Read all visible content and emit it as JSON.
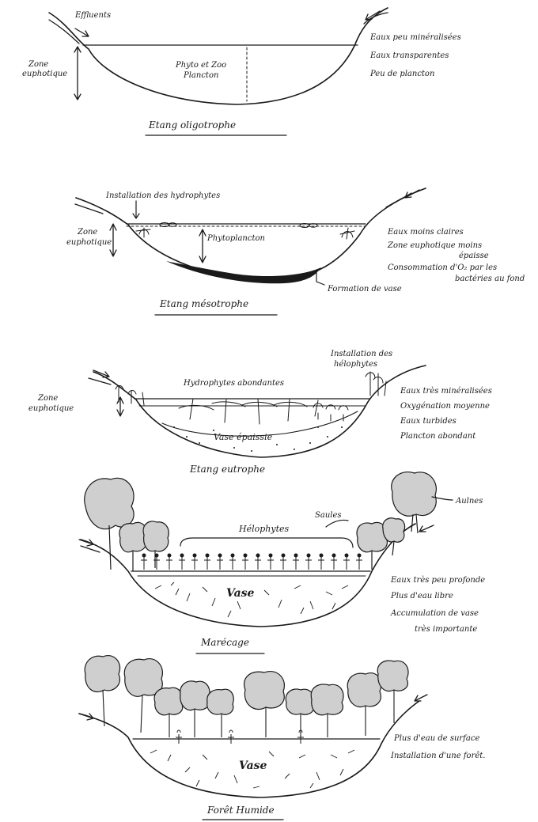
{
  "stages": [
    {
      "title": "Etang oligotrophe",
      "notes": [
        "Eaux peu minéralisées",
        "Eaux transparentes",
        "Peu de plancton"
      ],
      "labels": {
        "effluent": "Effluents",
        "zone": [
          "Zone",
          "euphotique"
        ],
        "plankton": [
          "Phyto et Zoo",
          "Plancton"
        ]
      }
    },
    {
      "title": "Etang mésotrophe",
      "notes": [
        "Eaux moins claires",
        "Zone euphotique moins",
        "épaisse",
        "Consommation d'O₂ par les",
        "bactéries au fond"
      ],
      "labels": {
        "install": "Installation des hydrophytes",
        "zone": [
          "Zone",
          "euphotique"
        ],
        "plankton": "Phytoplancton",
        "vase": "Formation de vase"
      }
    },
    {
      "title": "Etang eutrophe",
      "notes": [
        "Eaux très minéralisées",
        "Oxygénation moyenne",
        "Eaux turbides",
        "Plancton abondant"
      ],
      "labels": {
        "install": [
          "Installation des",
          "hélophytes"
        ],
        "hydro": "Hydrophytes abondantes",
        "zone": [
          "Zone",
          "euphotique"
        ],
        "vase": "Vase épaissie"
      }
    },
    {
      "title": "Marécage",
      "notes": [
        "Eaux très peu profonde",
        "Plus d'eau libre",
        "Accumulation de vase",
        "très importante"
      ],
      "labels": {
        "helo": "Hélophytes",
        "saules": "Saules",
        "aulnes": "Aulnes",
        "vase": "Vase"
      }
    },
    {
      "title": "Forêt Humide",
      "notes": [
        "Plus d'eau de surface",
        "Installation d'une forêt."
      ],
      "labels": {
        "vase": "Vase"
      }
    }
  ]
}
